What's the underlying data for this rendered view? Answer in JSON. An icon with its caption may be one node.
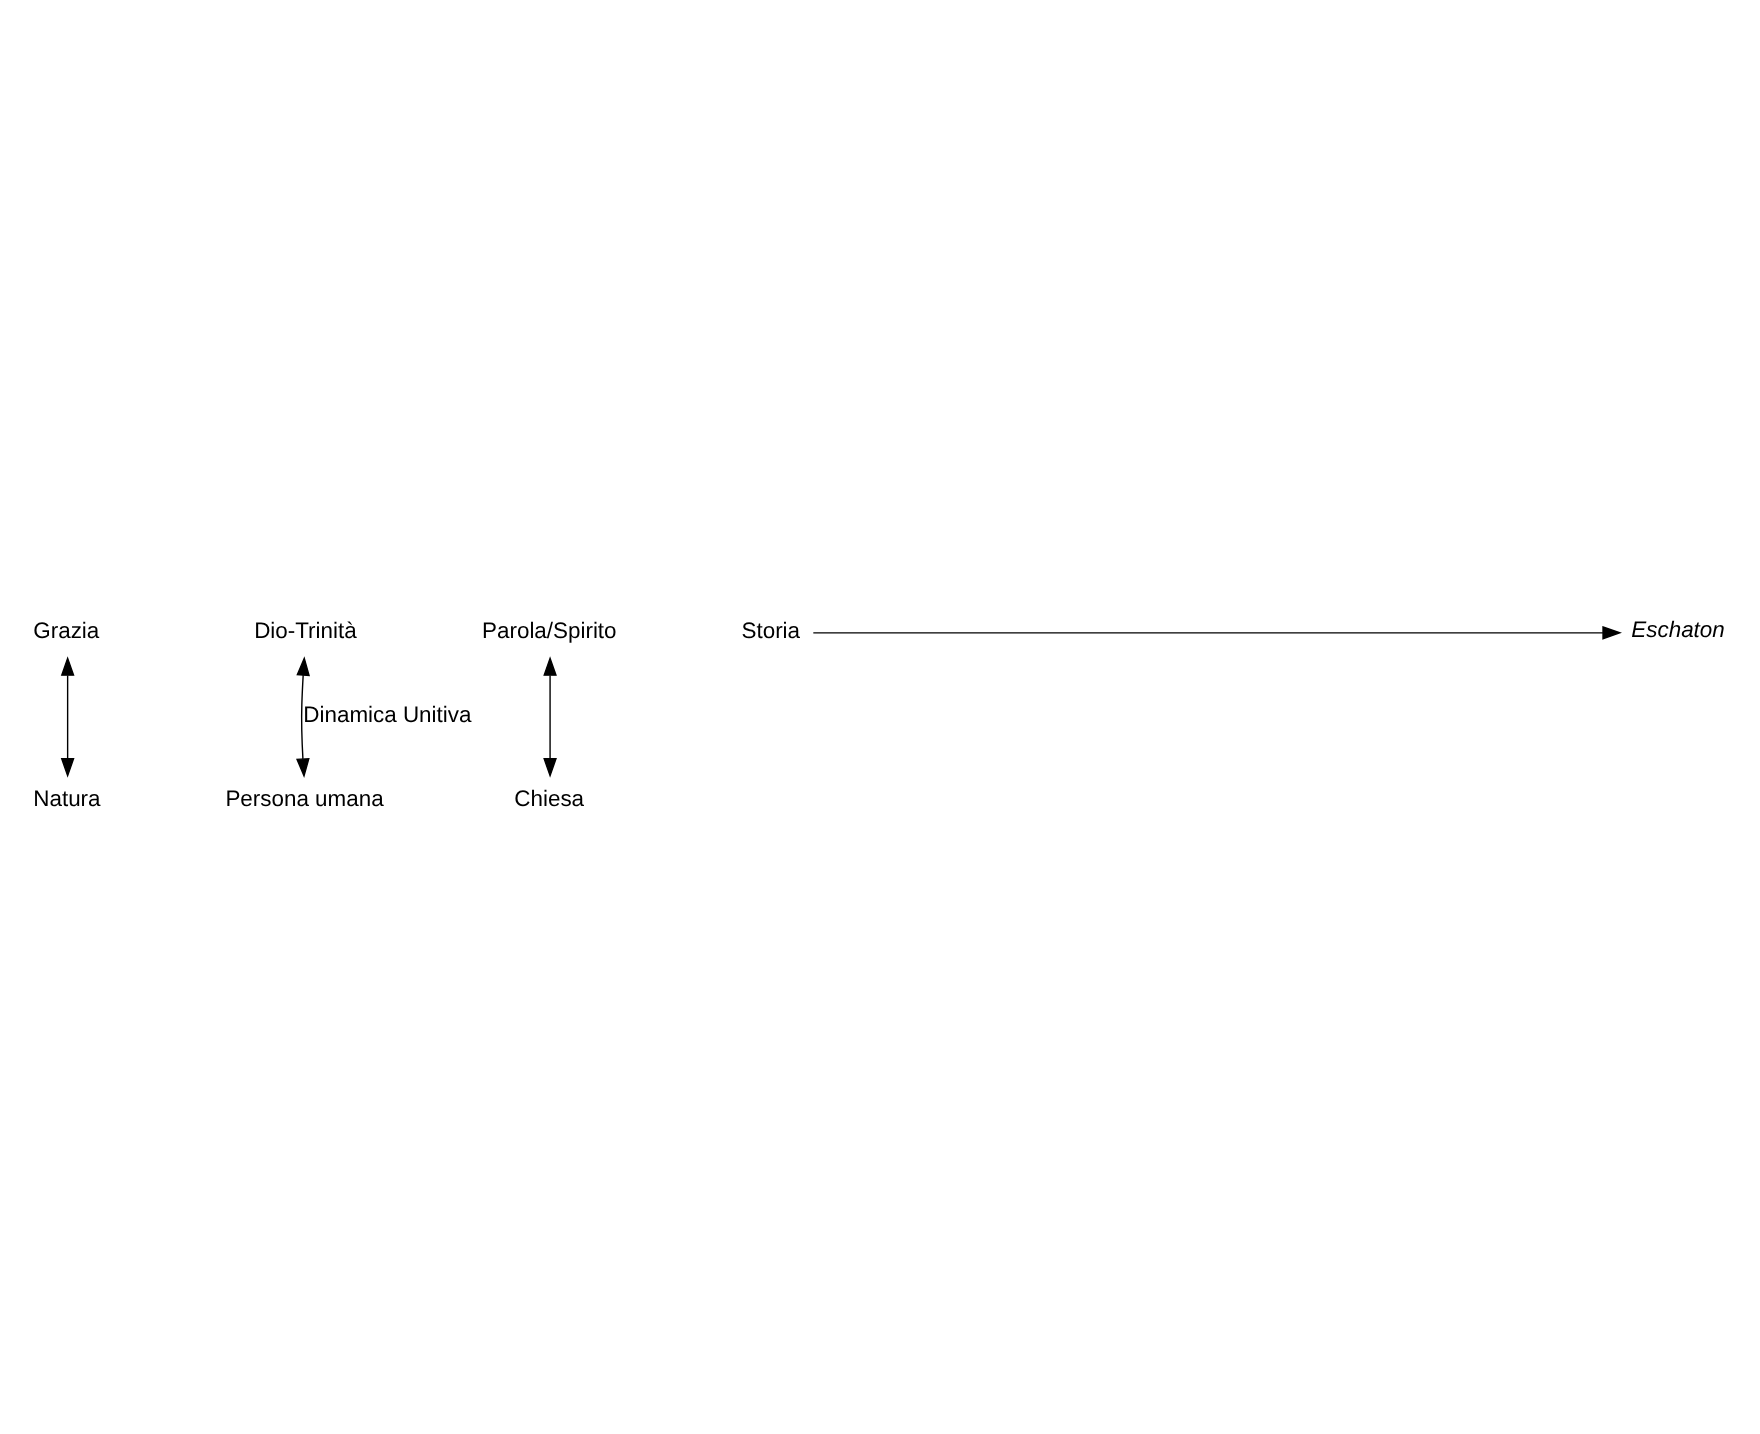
{
  "diagram": {
    "nodes": [
      {
        "text": [
          "Grazia"
        ]
      },
      {
        "text": [
          "Dio-Trinità"
        ]
      },
      {
        "text": [
          "Parola/Spirito"
        ]
      },
      {
        "text": [
          "Storia"
        ]
      },
      {
        "text": [
          "Eschaton"
        ]
      },
      {
        "text": [
          "Natura"
        ]
      },
      {
        "text": [
          "Persona umana"
        ]
      },
      {
        "text": [
          "Chiesa"
        ]
      }
    ],
    "edges": [
      {
        "from": 0,
        "to": 5,
        "arrow": "both"
      },
      {
        "from": 1,
        "to": 6,
        "arrow": "both",
        "label": "Dinamica Unitiva"
      },
      {
        "from": 2,
        "to": 7,
        "arrow": "both"
      },
      {
        "from": 3,
        "to": 4,
        "arrow": "to"
      }
    ]
  }
}
